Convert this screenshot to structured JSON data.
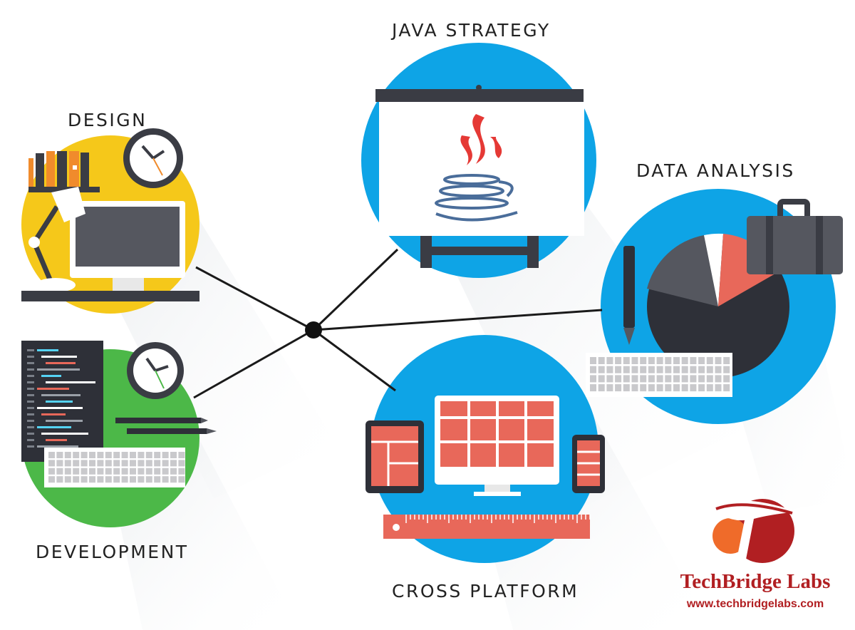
{
  "hub": {
    "nodes": [
      {
        "id": "java",
        "label": "JAVA STRATEGY"
      },
      {
        "id": "design",
        "label": "DESIGN"
      },
      {
        "id": "data",
        "label": "DATA ANALYSIS"
      },
      {
        "id": "development",
        "label": "DEVELOPMENT"
      },
      {
        "id": "cross",
        "label": "CROSS PLATFORM"
      }
    ]
  },
  "brand": {
    "name": "TechBridge Labs",
    "url": "www.techbridgelabs.com"
  },
  "colors": {
    "blue": "#0ea4e6",
    "yellow": "#f5c81a",
    "green": "#4cb848",
    "dark": "#3a3c44",
    "red": "#e8685a",
    "brand_red": "#b11f22"
  },
  "icons": [
    "clock-icon",
    "monitor-icon",
    "desk-lamp-icon",
    "books-icon",
    "java-logo-icon",
    "pie-chart-icon",
    "briefcase-icon",
    "pen-icon",
    "keyboard-icon",
    "code-editor-icon",
    "pencil-icon",
    "tablet-icon",
    "phone-icon",
    "ruler-icon"
  ]
}
